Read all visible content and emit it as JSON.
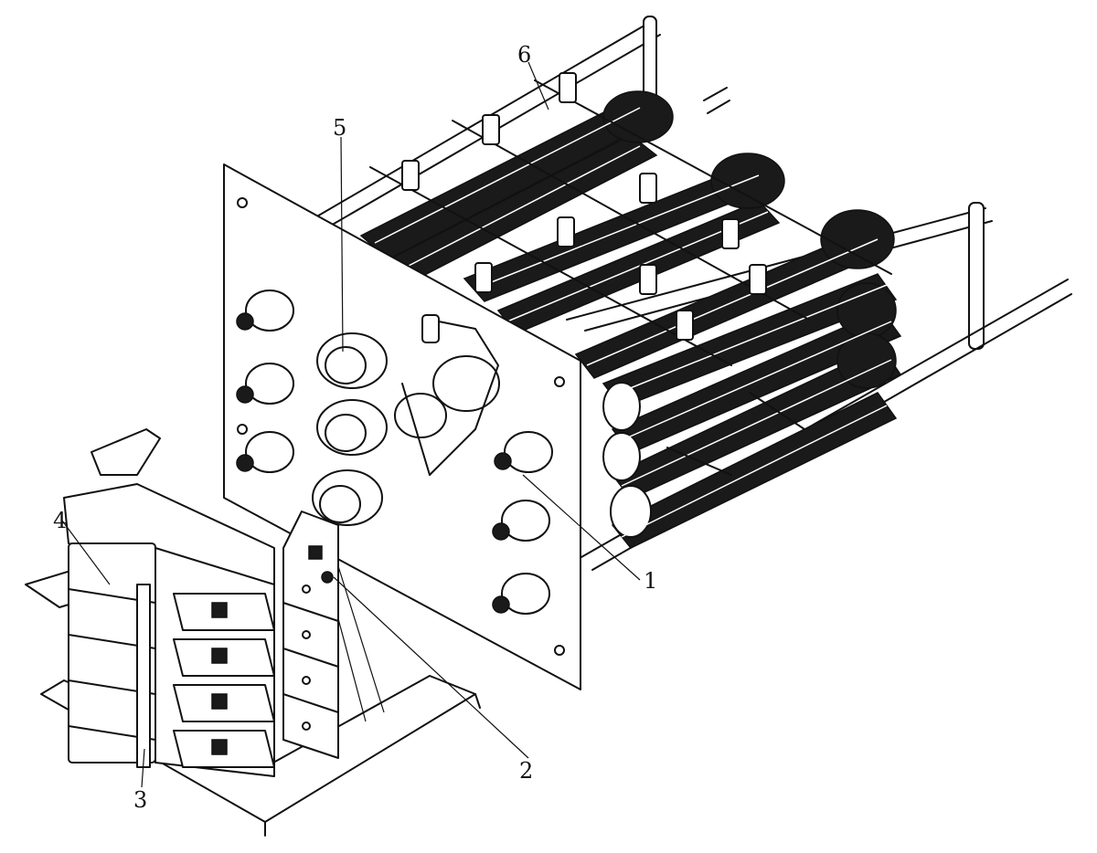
{
  "diagram": {
    "callouts": [
      {
        "id": "1",
        "label": "1"
      },
      {
        "id": "2",
        "label": "2"
      },
      {
        "id": "3",
        "label": "3"
      },
      {
        "id": "4",
        "label": "4"
      },
      {
        "id": "5",
        "label": "5"
      },
      {
        "id": "6",
        "label": "6"
      }
    ]
  },
  "colors": {
    "ink": "#111111",
    "background": "#ffffff"
  }
}
